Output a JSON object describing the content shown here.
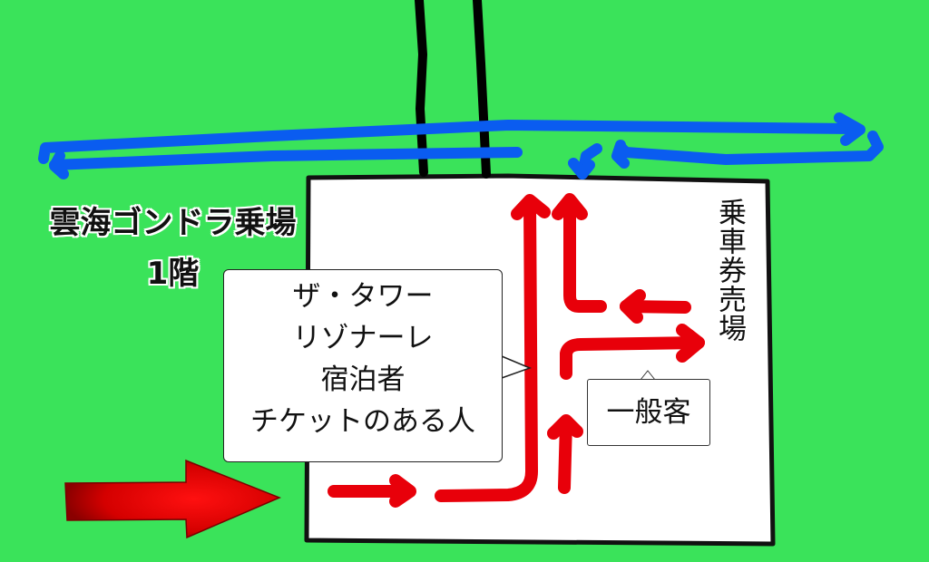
{
  "diagram": {
    "title": {
      "line1": "雲海ゴンドラ乗場",
      "line2": "1階"
    },
    "resort_guest_callout": {
      "lines": [
        "ザ・タワー",
        "リゾナーレ",
        "宿泊者",
        "チケットのある人"
      ]
    },
    "general_callout": {
      "label": "一般客"
    },
    "ticket_office": {
      "label": "乗車券売場"
    },
    "colors": {
      "background": "#3ae35a",
      "building_fill": "#ffffff",
      "building_stroke": "#111111",
      "route_red": "#e8000a",
      "gondola_blue": "#0a5cf0",
      "cable_black": "#000000",
      "entrance_arrow": "#e00000"
    },
    "elements": {
      "entrance_arrow": "entrance-arrow-icon",
      "gondola_cables": "gondola-cable-lines",
      "gondola_loop": "gondola-route-loop",
      "resort_route": "resort-guest-route",
      "general_route": "general-guest-route"
    }
  }
}
